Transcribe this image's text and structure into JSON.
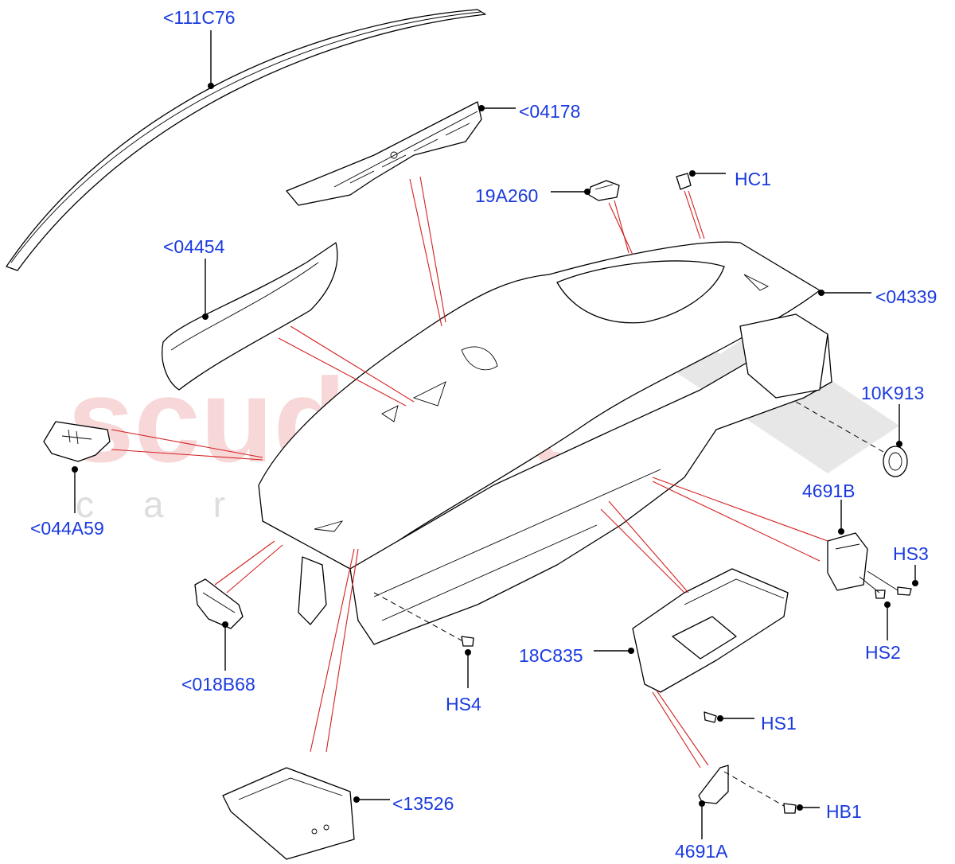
{
  "watermark": {
    "main": "scuderia",
    "sub": "car parts"
  },
  "callouts": [
    {
      "id": "111C76",
      "label": "<111C76"
    },
    {
      "id": "04178",
      "label": "<04178"
    },
    {
      "id": "19A260",
      "label": "19A260"
    },
    {
      "id": "HC1",
      "label": "HC1"
    },
    {
      "id": "04454",
      "label": "<04454"
    },
    {
      "id": "04339",
      "label": "<04339"
    },
    {
      "id": "10K913",
      "label": "10K913"
    },
    {
      "id": "044A59",
      "label": "<044A59"
    },
    {
      "id": "4691B",
      "label": "4691B"
    },
    {
      "id": "HS3",
      "label": "HS3"
    },
    {
      "id": "HS2",
      "label": "HS2"
    },
    {
      "id": "018B68",
      "label": "<018B68"
    },
    {
      "id": "18C835",
      "label": "18C835"
    },
    {
      "id": "HS4",
      "label": "HS4"
    },
    {
      "id": "HS1",
      "label": "HS1"
    },
    {
      "id": "13526",
      "label": "<13526"
    },
    {
      "id": "HB1",
      "label": "HB1"
    },
    {
      "id": "4691A",
      "label": "4691A"
    }
  ]
}
